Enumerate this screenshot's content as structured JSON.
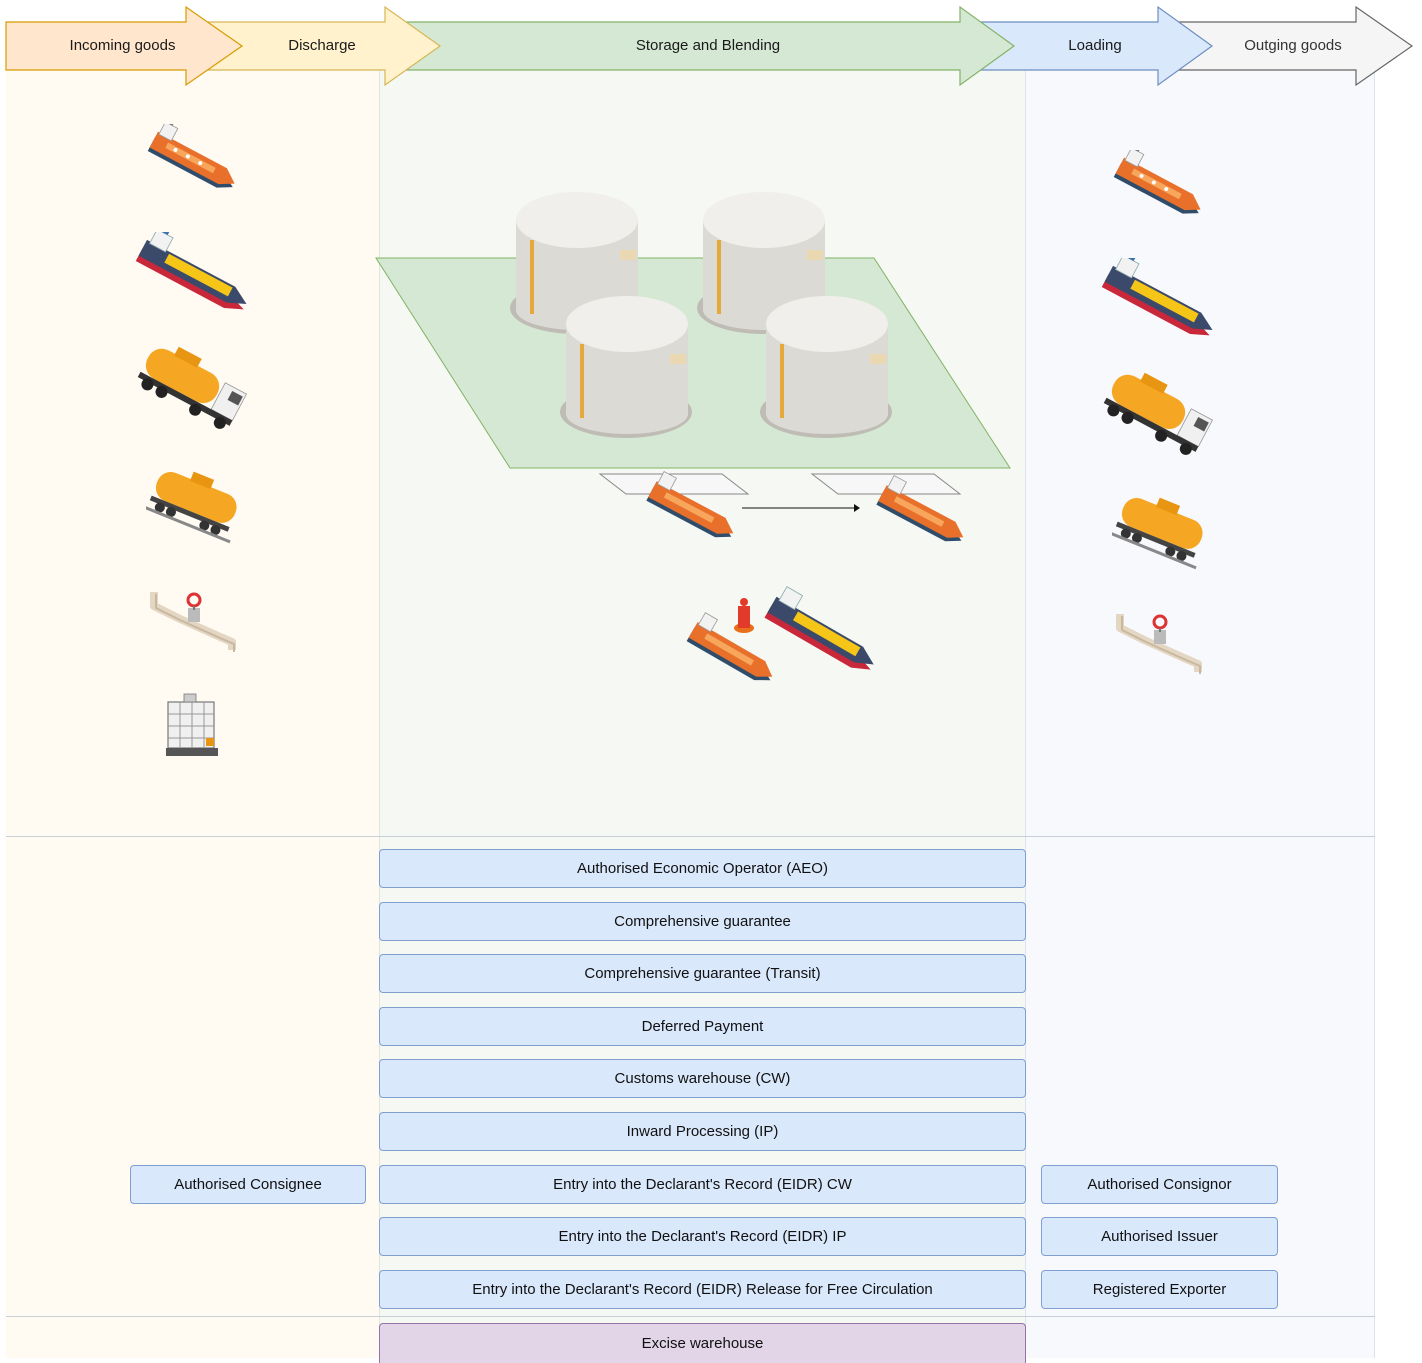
{
  "stages": {
    "incoming": "Incoming goods",
    "discharge": "Discharge",
    "storage": "Storage and Blending",
    "loading": "Loading",
    "outgoing": "Outging goods"
  },
  "icons": {
    "incoming": [
      "small-tanker-ship-icon",
      "large-tanker-ship-icon",
      "tanker-truck-icon",
      "rail-tank-car-icon",
      "pipeline-valve-icon",
      "ibc-container-icon"
    ],
    "storage": [
      "storage-tank-icon",
      "ship-to-ship-transfer-icon",
      "buoy-mooring-icon"
    ],
    "outgoing": [
      "small-tanker-ship-icon",
      "large-tanker-ship-icon",
      "tanker-truck-icon",
      "rail-tank-car-icon",
      "pipeline-valve-icon"
    ]
  },
  "permits": {
    "center": [
      "Authorised Economic Operator (AEO)",
      "Comprehensive guarantee",
      "Comprehensive guarantee (Transit)",
      "Deferred Payment",
      "Customs warehouse (CW)",
      "Inward Processing (IP)",
      "Entry into the Declarant's Record (EIDR) CW",
      "Entry into the Declarant's Record (EIDR) IP",
      "Entry into the Declarant's Record (EIDR) Release for Free Circulation"
    ],
    "left": [
      "Authorised Consignee"
    ],
    "right": [
      "Authorised Consignor",
      "Authorised Issuer",
      "Registered Exporter"
    ],
    "excise": "Excise warehouse"
  },
  "colors": {
    "incoming_arrow": "#ffe6cc",
    "discharge_arrow": "#fff2cc",
    "storage_arrow": "#d5e8d4",
    "loading_arrow": "#dae8fc",
    "outgoing_arrow": "#f5f5f5",
    "permit_fill": "#dae8fc",
    "excise_fill": "#e1d5e7",
    "ship_hull": "#e8702a",
    "tank": "#e6e4df",
    "platform": "#d5e8d4"
  }
}
